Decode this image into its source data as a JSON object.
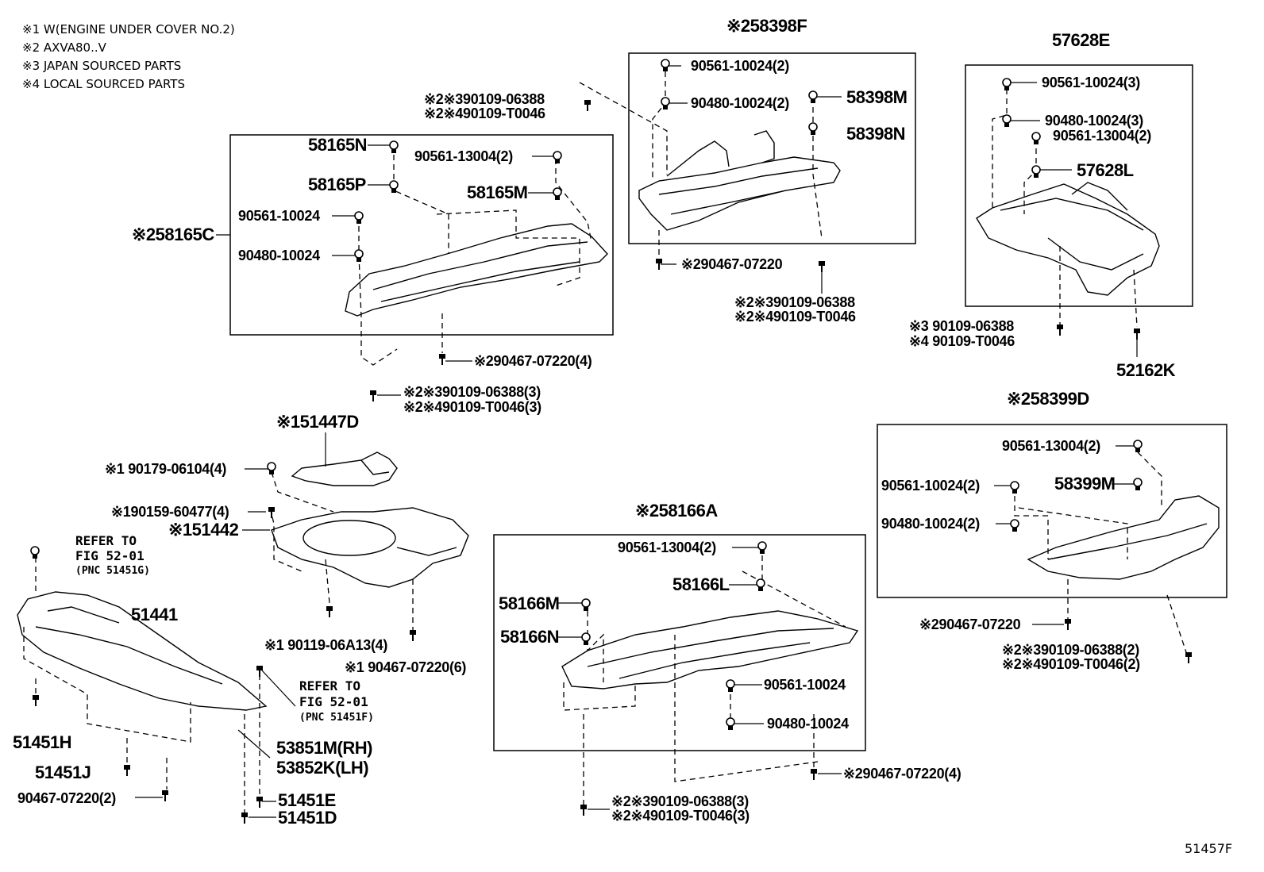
{
  "notes": [
    "※1 W(ENGINE UNDER COVER NO.2)",
    "※2 AXVA80..V",
    "※3 JAPAN SOURCED PARTS",
    "※4 LOCAL SOURCED PARTS"
  ],
  "diagram_code": "51457F",
  "groups": {
    "g58398F": {
      "title": "※258398F",
      "parts": [
        "90561-10024(2)",
        "90480-10024(2)",
        "58398M",
        "58398N",
        "※290467-07220"
      ],
      "clip_a": [
        "※2※390109-06388",
        "※2※490109-T0046"
      ],
      "clip_b": [
        "※2※390109-06388",
        "※2※490109-T0046"
      ]
    },
    "g57628E": {
      "title": "57628E",
      "parts": [
        "90561-10024(3)",
        "90480-10024(3)",
        "90561-13004(2)",
        "57628L",
        "52162K"
      ],
      "clip": [
        "※3 90109-06388",
        "※4 90109-T0046"
      ]
    },
    "g58165C": {
      "title": "※258165C",
      "parts": [
        "58165N",
        "58165P",
        "90561-13004(2)",
        "58165M",
        "90561-10024",
        "90480-10024",
        "※290467-07220(4)"
      ],
      "clip": [
        "※2※390109-06388(3)",
        "※2※490109-T0046(3)"
      ]
    },
    "g51447D": {
      "title": "※151447D",
      "parts": [
        "※1 90179-06104(4)",
        "※190159-60477(4)",
        "※151442",
        "※1 90119-06A13(4)",
        "※1 90467-07220(6)"
      ]
    },
    "g51441": {
      "title": "51441",
      "refer_left": [
        "REFER TO",
        "FIG 52-01",
        "(PNC 51451G)"
      ],
      "refer_right": [
        "REFER TO",
        "FIG 52-01",
        "(PNC 51451F)"
      ],
      "parts": [
        "51451H",
        "51451J",
        "90467-07220(2)",
        "53851M(RH)",
        "53852K(LH)",
        "51451E",
        "51451D"
      ]
    },
    "g58166A": {
      "title": "※258166A",
      "parts": [
        "90561-13004(2)",
        "58166L",
        "58166M",
        "58166N",
        "90561-10024",
        "90480-10024",
        "※290467-07220(4)"
      ],
      "clip": [
        "※2※390109-06388(3)",
        "※2※490109-T0046(3)"
      ]
    },
    "g58399D": {
      "title": "※258399D",
      "parts": [
        "90561-13004(2)",
        "90561-10024(2)",
        "58399M",
        "90480-10024(2)",
        "※290467-07220"
      ],
      "clip": [
        "※2※390109-06388(2)",
        "※2※490109-T0046(2)"
      ]
    }
  }
}
